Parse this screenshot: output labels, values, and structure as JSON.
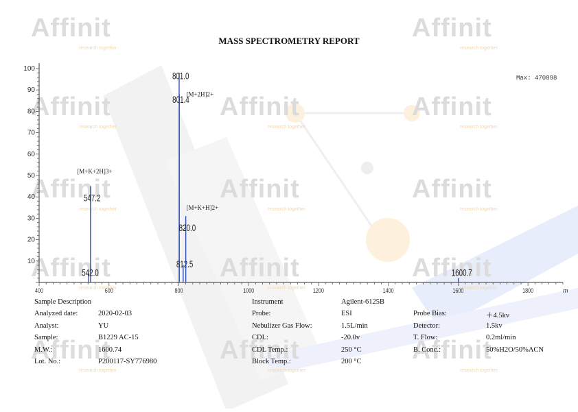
{
  "watermark": {
    "brand": "Affinit",
    "tagline": "research together"
  },
  "report": {
    "title": "MASS SPECTROMETRY REPORT"
  },
  "chart_data": {
    "type": "bar",
    "xlim": [
      400,
      1900
    ],
    "ylim": [
      0,
      100
    ],
    "x_ticks": [
      400,
      600,
      800,
      1000,
      1200,
      1400,
      1600,
      1800
    ],
    "y_ticks": [
      10,
      20,
      30,
      40,
      50,
      60,
      70,
      80,
      90,
      100
    ],
    "x_unit_label": "m",
    "max_label": "Max: 470898",
    "peaks": [
      {
        "x": 542.0,
        "y": 4,
        "label": "542.0"
      },
      {
        "x": 547.2,
        "y": 45,
        "label": "547.2"
      },
      {
        "x": 801.0,
        "y": 98,
        "label": "801.0"
      },
      {
        "x": 801.4,
        "y": 88,
        "label": "801.4"
      },
      {
        "x": 812.5,
        "y": 8,
        "label": "812.5"
      },
      {
        "x": 820.0,
        "y": 31,
        "label": "820.0"
      },
      {
        "x": 1600.7,
        "y": 2,
        "label": "1600.7"
      }
    ],
    "annotations": [
      {
        "x": 548,
        "y": 51,
        "text": "[M+K+2H]3+"
      },
      {
        "x": 802,
        "y": 87,
        "text": "[M+2H]2+"
      },
      {
        "x": 802,
        "y": 34,
        "text": "[M+K+H]2+"
      }
    ],
    "peak_label_positions": {
      "542.0": 3,
      "547.2": 38,
      "801.0": 95,
      "801.4": 84,
      "812.5": 7,
      "820.0": 24,
      "1600.7": 3
    }
  },
  "sample": {
    "heading": "Sample Description",
    "rows": [
      {
        "label": "Analyzed date:",
        "value": "2020-02-03"
      },
      {
        "label": "Analyst:",
        "value": "YU"
      },
      {
        "label": "Sample:",
        "value": "B1229 AC-15"
      },
      {
        "label": "M.W.:",
        "value": "1600.74"
      },
      {
        "label": "Lot. No.:",
        "value": "P200117-SY776980"
      }
    ]
  },
  "instrument": {
    "heading": "Instrument",
    "model": "Agilent-6125B",
    "rows": [
      {
        "label": "Probe:",
        "value": "ESI"
      },
      {
        "label": "Nebulizer Gas Flow:",
        "value": "1.5L/min"
      },
      {
        "label": "CDL:",
        "value": "-20.0v"
      },
      {
        "label": "CDL Temp.:",
        "value": "250 °C"
      },
      {
        "label": "Block Temp.:",
        "value": "200 °C"
      }
    ],
    "rows2": [
      {
        "label": "Probe Bias:",
        "value": "＋4.5kv"
      },
      {
        "label": "Detector:",
        "value": "1.5kv"
      },
      {
        "label": "T. Flow:",
        "value": "0.2ml/min"
      },
      {
        "label": "B. Conc.:",
        "value": "50%H2O/50%ACN"
      }
    ]
  }
}
